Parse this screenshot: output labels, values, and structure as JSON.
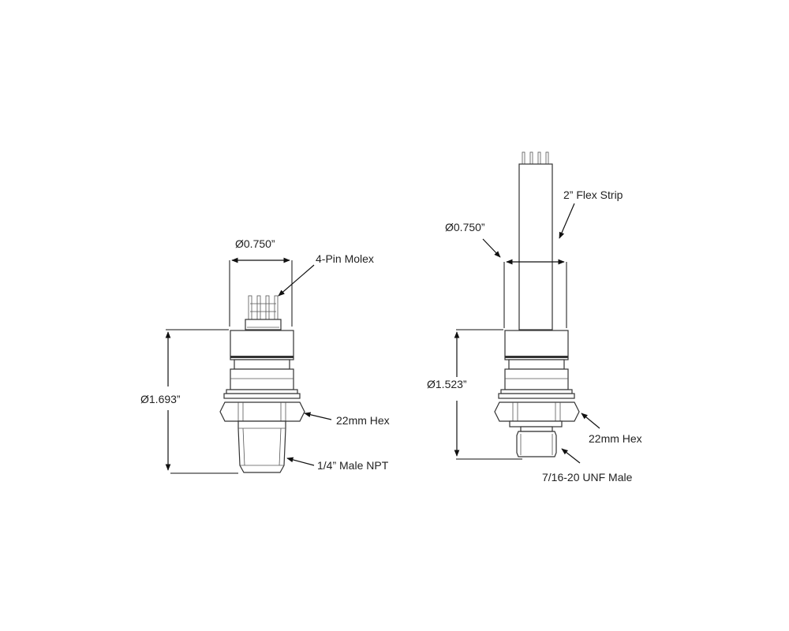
{
  "drawing": {
    "title": "Pressure sensor dimensional drawing",
    "left_sensor": {
      "labels": {
        "top_diameter": "Ø0.750”",
        "connector": "4-Pin Molex",
        "body_diameter": "Ø1.693”",
        "hex": "22mm Hex",
        "thread": "1/4” Male NPT"
      }
    },
    "right_sensor": {
      "labels": {
        "top_diameter": "Ø0.750”",
        "connector": "2” Flex Strip",
        "body_diameter": "Ø1.523”",
        "hex": "22mm Hex",
        "thread": "7/16-20 UNF Male"
      }
    },
    "colors": {
      "line": "#333333",
      "text": "#222222",
      "background": "#ffffff"
    }
  }
}
